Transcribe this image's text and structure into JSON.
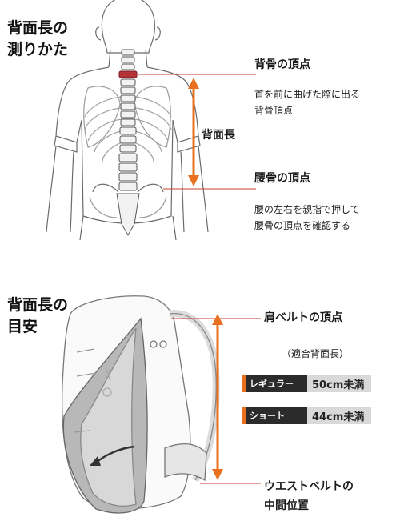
{
  "section1": {
    "heading_lines": [
      "背面長の",
      "測りかた"
    ],
    "spine_top_label": "背骨の頂点",
    "spine_top_note": [
      "首を前に曲げた際に出る",
      "背骨頂点"
    ],
    "length_label": "背面長",
    "hip_label": "腰骨の頂点",
    "hip_note": [
      "腰の左右を親指で押して",
      "腰骨の頂点を確認する"
    ]
  },
  "section2": {
    "heading_lines": [
      "背面長の",
      "目安"
    ],
    "shoulder_label": "肩ベルトの頂点",
    "fit_title": "（適合背面長）",
    "sizes": [
      {
        "name": "レギュラー",
        "value": "50cm未満"
      },
      {
        "name": "ショート",
        "value": "44cm未満"
      }
    ],
    "waist_label_lines": [
      "ウエストベルトの",
      "中間位置"
    ]
  },
  "colors": {
    "accent": "#e8701e",
    "guide_line": "#c8402f",
    "chip_dark": "#2b2b2b",
    "chip_light": "#d9d9d9"
  }
}
